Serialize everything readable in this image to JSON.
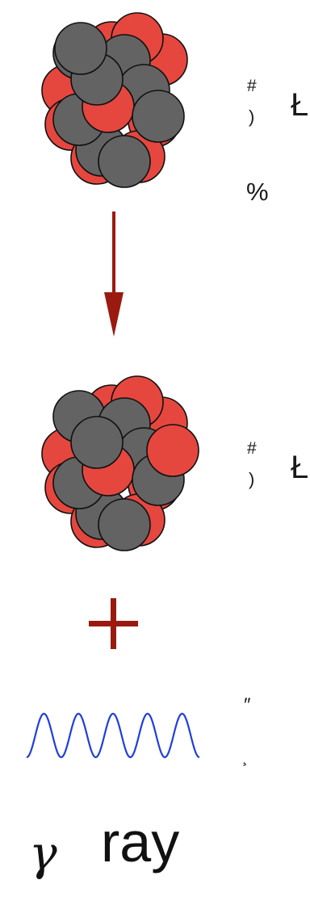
{
  "colors": {
    "proton": "#e5473f",
    "neutron": "#636363",
    "outline": "#111111",
    "arrow": "#9b1a0f",
    "plus": "#9b1a0f",
    "wave": "#1f3ee0"
  },
  "upper_nucleus": {
    "label_sup": "#",
    "label_sub": ")",
    "label_main": "Ł",
    "label_extra": "%"
  },
  "lower_nucleus": {
    "label_sup": "#",
    "label_sub": ")",
    "label_main": "Ł"
  },
  "plus_sign": "+",
  "photon": {
    "mark_top": "″",
    "mark_bottom": "¸",
    "gamma_symbol": "γ",
    "ray_text": "ray"
  }
}
